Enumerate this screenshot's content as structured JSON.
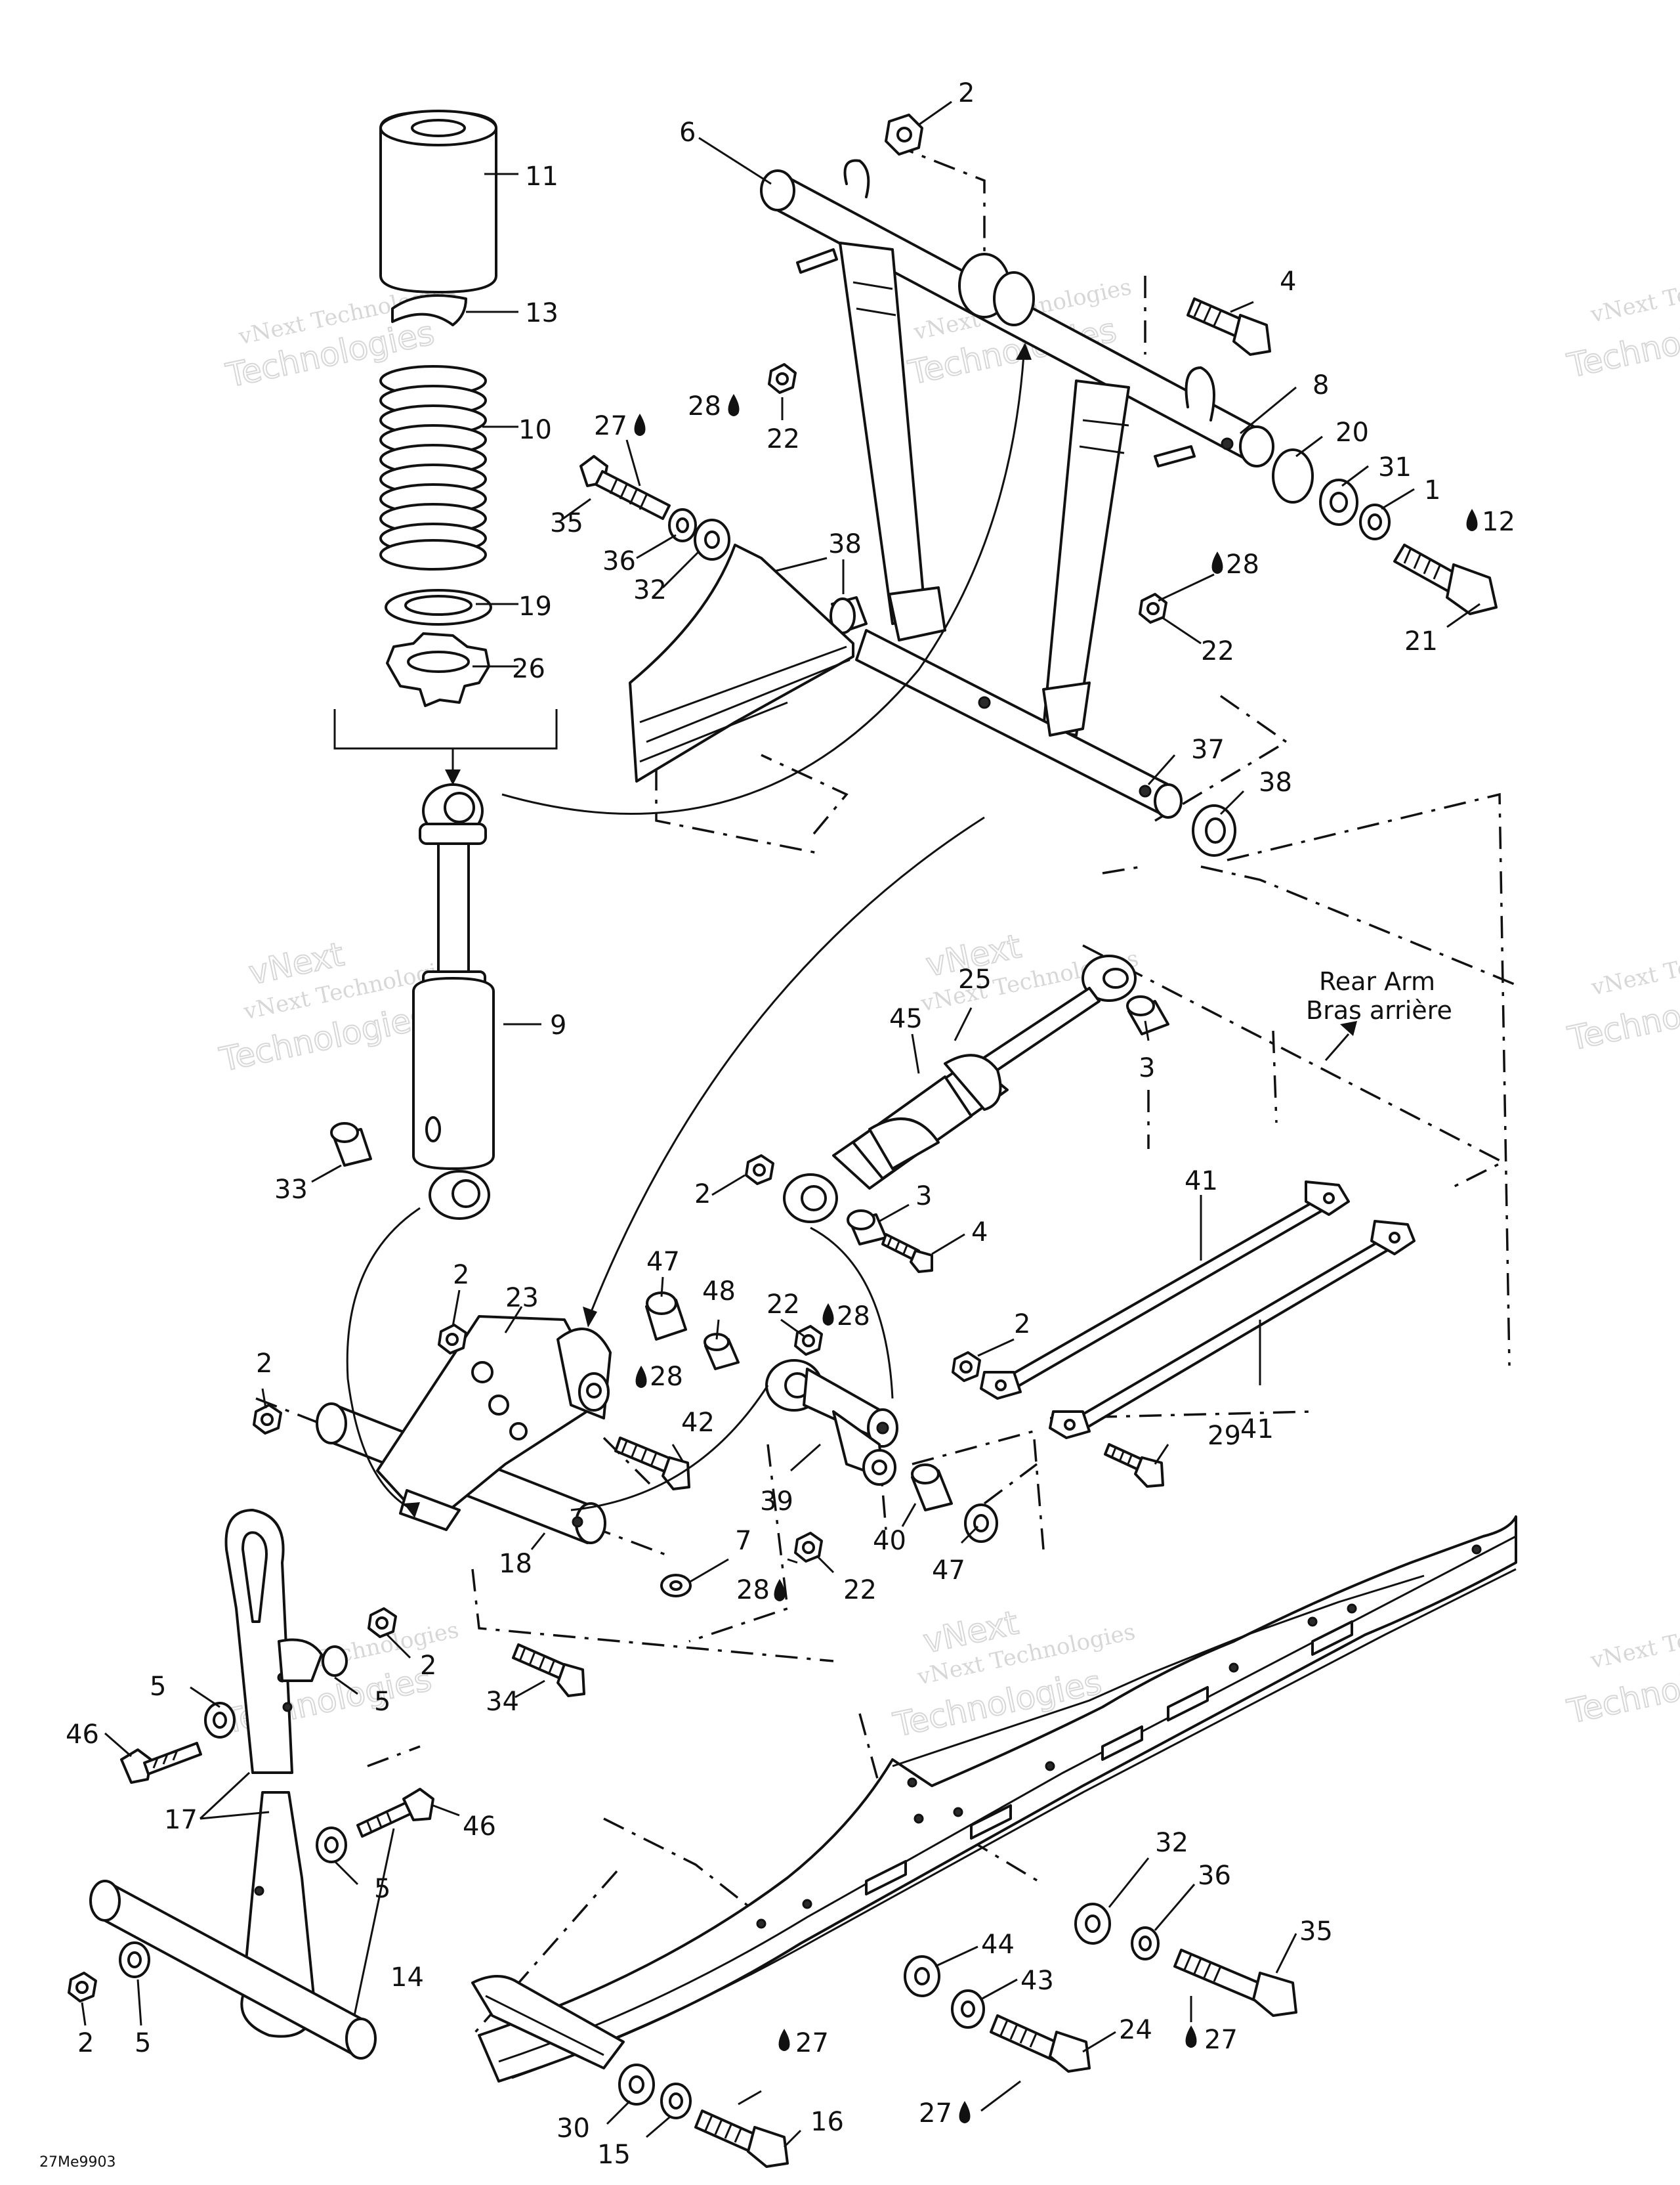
{
  "diagram": {
    "drawing_code": "27Me9903",
    "rear_arm_label": {
      "en": "Rear Arm",
      "fr": "Bras arrière"
    },
    "watermark": {
      "line1": "vNext Technologies",
      "line2": "Technologies",
      "line3": "vNext"
    },
    "callouts": [
      {
        "id": "c2a",
        "label": "2"
      },
      {
        "id": "c6",
        "label": "6"
      },
      {
        "id": "c11",
        "label": "11"
      },
      {
        "id": "c13",
        "label": "13"
      },
      {
        "id": "c10",
        "label": "10"
      },
      {
        "id": "c19",
        "label": "19"
      },
      {
        "id": "c26",
        "label": "26"
      },
      {
        "id": "c4a",
        "label": "4"
      },
      {
        "id": "c8",
        "label": "8"
      },
      {
        "id": "c20",
        "label": "20"
      },
      {
        "id": "c31",
        "label": "31"
      },
      {
        "id": "c1",
        "label": "1"
      },
      {
        "id": "c12",
        "label": "12"
      },
      {
        "id": "c21",
        "label": "21"
      },
      {
        "id": "c28a",
        "label": "28"
      },
      {
        "id": "c22a",
        "label": "22"
      },
      {
        "id": "c27a",
        "label": "27"
      },
      {
        "id": "c35a",
        "label": "35"
      },
      {
        "id": "c36a",
        "label": "36"
      },
      {
        "id": "c32a",
        "label": "32"
      },
      {
        "id": "c38a",
        "label": "38"
      },
      {
        "id": "c28b",
        "label": "28"
      },
      {
        "id": "c22b",
        "label": "22"
      },
      {
        "id": "c37",
        "label": "37"
      },
      {
        "id": "c38b",
        "label": "38"
      },
      {
        "id": "c9",
        "label": "9"
      },
      {
        "id": "c25",
        "label": "25"
      },
      {
        "id": "c45",
        "label": "45"
      },
      {
        "id": "c3a",
        "label": "3"
      },
      {
        "id": "c33",
        "label": "33"
      },
      {
        "id": "c2b",
        "label": "2"
      },
      {
        "id": "c3b",
        "label": "3"
      },
      {
        "id": "c4b",
        "label": "4"
      },
      {
        "id": "c41a",
        "label": "41"
      },
      {
        "id": "c47a",
        "label": "47"
      },
      {
        "id": "c48",
        "label": "48"
      },
      {
        "id": "c22c",
        "label": "22"
      },
      {
        "id": "c28c",
        "label": "28"
      },
      {
        "id": "c2c",
        "label": "2"
      },
      {
        "id": "c23",
        "label": "23"
      },
      {
        "id": "c2d",
        "label": "2"
      },
      {
        "id": "c28d",
        "label": "28"
      },
      {
        "id": "c42",
        "label": "42"
      },
      {
        "id": "c41b",
        "label": "41"
      },
      {
        "id": "c2e",
        "label": "2"
      },
      {
        "id": "c29",
        "label": "29"
      },
      {
        "id": "c39",
        "label": "39"
      },
      {
        "id": "c18",
        "label": "18"
      },
      {
        "id": "c7",
        "label": "7"
      },
      {
        "id": "c40",
        "label": "40"
      },
      {
        "id": "c47b",
        "label": "47"
      },
      {
        "id": "c28e",
        "label": "28"
      },
      {
        "id": "c22d",
        "label": "22"
      },
      {
        "id": "c34",
        "label": "34"
      },
      {
        "id": "c5a",
        "label": "5"
      },
      {
        "id": "c2f",
        "label": "2"
      },
      {
        "id": "c5b",
        "label": "5"
      },
      {
        "id": "c46a",
        "label": "46"
      },
      {
        "id": "c17",
        "label": "17"
      },
      {
        "id": "c46b",
        "label": "46"
      },
      {
        "id": "c5c",
        "label": "5"
      },
      {
        "id": "c14",
        "label": "14"
      },
      {
        "id": "c2g",
        "label": "2"
      },
      {
        "id": "c5d",
        "label": "5"
      },
      {
        "id": "c32b",
        "label": "32"
      },
      {
        "id": "c36b",
        "label": "36"
      },
      {
        "id": "c35b",
        "label": "35"
      },
      {
        "id": "c44",
        "label": "44"
      },
      {
        "id": "c43",
        "label": "43"
      },
      {
        "id": "c24",
        "label": "24"
      },
      {
        "id": "c27b",
        "label": "27"
      },
      {
        "id": "c27c",
        "label": "27"
      },
      {
        "id": "c30",
        "label": "30"
      },
      {
        "id": "c15",
        "label": "15"
      },
      {
        "id": "c27d",
        "label": "27"
      },
      {
        "id": "c16",
        "label": "16"
      }
    ]
  }
}
